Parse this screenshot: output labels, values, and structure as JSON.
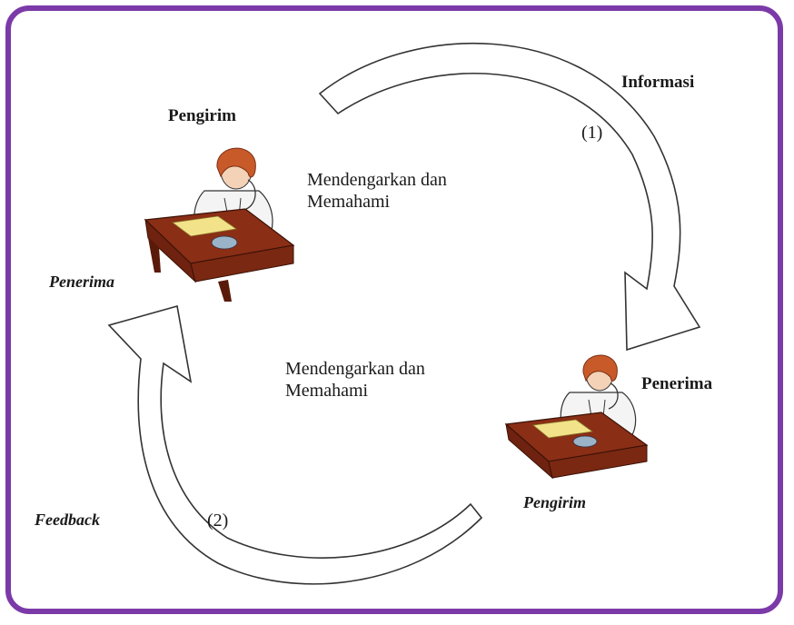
{
  "labels": {
    "pengirim_top": "Pengirim",
    "penerima_left": "Penerima",
    "informasi": "Informasi",
    "step1": "(1)",
    "step2": "(2)",
    "feedback": "Feedback",
    "penerima_right": "Penerima",
    "pengirim_bottom": "Pengirim",
    "listen_top_line1": "Mendengarkan dan",
    "listen_top_line2": "Memahami",
    "listen_mid_line1": "Mendengarkan dan",
    "listen_mid_line2": "Memahami"
  },
  "colors": {
    "frame": "#7b3aa8",
    "desk": "#8a2e16",
    "hair": "#c85a2a",
    "arrow_outline": "#333333"
  }
}
